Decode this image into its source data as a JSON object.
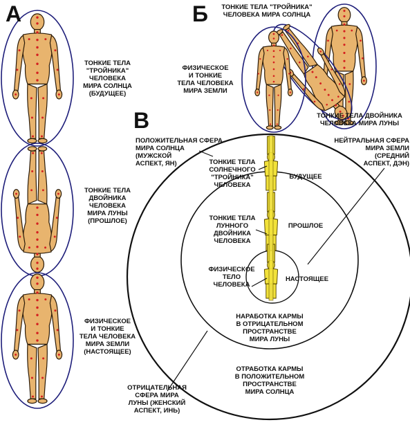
{
  "section_letters": {
    "a": "А",
    "b": "Б",
    "v": "В"
  },
  "panel_a": {
    "sun_label": "ТОНКИЕ ТЕЛА\n\"ТРОЙНИКА\"\nЧЕЛОВЕКА\nМИРА СОЛНЦА\n(БУДУЩЕЕ)",
    "moon_label": "ТОНКИЕ ТЕЛА\nДВОЙНИКА\nЧЕЛОВЕКА\nМИРА ЛУНЫ\n(ПРОШЛОЕ)",
    "earth_label": "ФИЗИЧЕСКОЕ\nИ ТОНКИЕ\nТЕЛА ЧЕЛОВЕКА\nМИРА ЗЕМЛИ\n(НАСТОЯЩЕЕ)"
  },
  "panel_b": {
    "sun_label": "ТОНКИЕ ТЕЛА \"ТРОЙНИКА\"\nЧЕЛОВЕКА МИРА СОЛНЦА",
    "earth_label": "ФИЗИЧЕСКОЕ\nИ ТОНКИЕ\nТЕЛА ЧЕЛОВЕКА\nМИРА ЗЕМЛИ",
    "moon_label": "ТОНКИЕ ТЕЛА ДВОЙНИКА\nЧЕЛОВЕКА МИРА ЛУНЫ"
  },
  "panel_v": {
    "positive_sphere": "ПОЛОЖИТЕЛЬНАЯ СФЕРА\nМИРА СОЛНЦА\n(МУЖСКОЙ\nАСПЕКТ, ЯН)",
    "neutral_sphere": "НЕЙТРАЛЬНАЯ СФЕРА\nМИРА ЗЕМЛИ\n(СРЕДНИЙ\nАСПЕКТ, ДЭН)",
    "negative_sphere": "ОТРИЦАТЕЛЬНАЯ\nСФЕРА МИРА\nЛУНЫ (ЖЕНСКИЙ\nАСПЕКТ, ИНЬ)",
    "solar_bodies": "ТОНКИЕ ТЕЛА\nСОЛНЕЧНОГО\n\"ТРОЙНИКА\"\nЧЕЛОВЕКА",
    "lunar_bodies": "ТОНКИЕ ТЕЛА\nЛУННОГО\nДВОЙНИКА\nЧЕЛОВЕКА",
    "physical_body": "ФИЗИЧЕСКОЕ\nТЕЛО\nЧЕЛОВЕКА",
    "future": "БУДУЩЕЕ",
    "past": "ПРОШЛОЕ",
    "present": "НАСТОЯЩЕЕ",
    "karma_accumulation": "НАРАБОТКА КАРМЫ\nВ ОТРИЦАТЕЛЬНОМ\nПРОСТРАНСТВЕ\nМИРА ЛУНЫ",
    "karma_working_off": "ОТРАБОТКА КАРМЫ\nВ ПОЛОЖИТЕЛЬНОМ\nПРОСТРАНСТВЕ\nМИРА СОЛНЦА"
  },
  "colors": {
    "body_fill": "#e8b46e",
    "body_outline": "#2a1a08",
    "ellipse_stroke": "#1e1e7a",
    "chakra_dot": "#d42020",
    "yellow_figure": "#f2e23a",
    "line": "#111111"
  }
}
